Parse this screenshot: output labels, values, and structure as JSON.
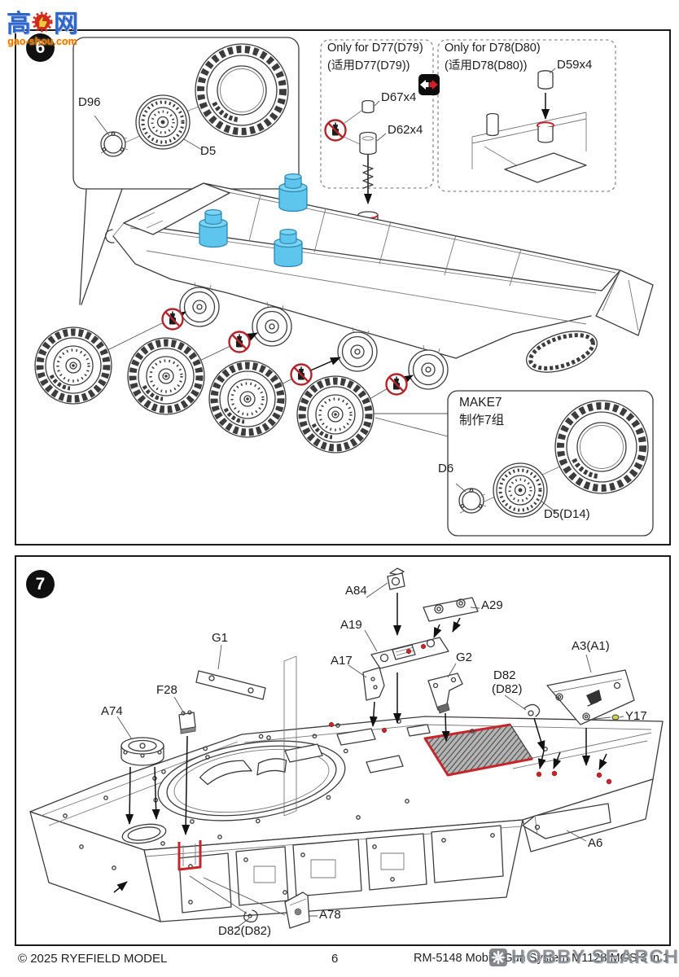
{
  "page": {
    "footer": {
      "copyright": "© 2025 RYEFIELD MODEL",
      "page_number": "6",
      "kit_name": "RM-5148 Mobile Gun System M1128 MGS 3 in 1"
    },
    "watermarks": {
      "site_logo_left": "高",
      "site_logo_right": "网",
      "site_name": "高手网",
      "site_url": "gao-shou.com",
      "hobby_search": "HOBBY SEARCH"
    }
  },
  "step6": {
    "number": "6",
    "wheel_callout": {
      "retainer": "D96",
      "rim": "D5"
    },
    "option_a": {
      "title_en": "Only for D77(D79)",
      "title_cn": "(适用D77(D79))",
      "part_top": "D67x4",
      "part_bottom": "D62x4"
    },
    "option_b": {
      "title_en": "Only for D78(D80)",
      "title_cn": "(适用D78(D80))",
      "part": "D59x4"
    },
    "make": {
      "en": "MAKE7",
      "cn": "制作7组",
      "retainer": "D6",
      "rim": "D5(D14)"
    },
    "icons": {
      "no_glue": "no-glue crossed glue-bottle",
      "either": "either-or two-way arrow"
    }
  },
  "step7": {
    "number": "7",
    "labels": {
      "a84": "A84",
      "a29": "A29",
      "a19": "A19",
      "a17": "A17",
      "g2": "G2",
      "g1": "G1",
      "f28": "F28",
      "a74": "A74",
      "d82_l1": "D82",
      "d82_l2": "(D82)",
      "a3": "A3(A1)",
      "y17": "Y17",
      "a6": "A6",
      "a78": "A78",
      "d82b": "D82(D82)"
    }
  },
  "colors": {
    "accent_blue": "#5ec6ec",
    "accent_red": "#c4262c",
    "line": "#3c3c3c"
  }
}
